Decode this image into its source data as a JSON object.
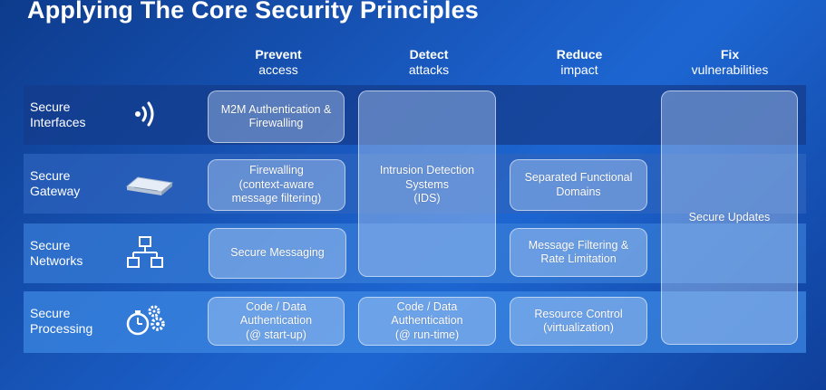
{
  "title": "Applying The Core Security Principles",
  "columns": [
    {
      "line1": "Prevent",
      "line2": "access"
    },
    {
      "line1": "Detect",
      "line2": "attacks"
    },
    {
      "line1": "Reduce",
      "line2": "impact"
    },
    {
      "line1": "Fix",
      "line2": "vulnerabilities"
    }
  ],
  "rows": [
    {
      "line1": "Secure",
      "line2": "Interfaces",
      "icon": "wireless-signal-icon"
    },
    {
      "line1": "Secure",
      "line2": "Gateway",
      "icon": "gateway-device-icon"
    },
    {
      "line1": "Secure",
      "line2": "Networks",
      "icon": "network-topology-icon"
    },
    {
      "line1": "Secure",
      "line2": "Processing",
      "icon": "stopwatch-gears-icon"
    }
  ],
  "cells": {
    "m2m_auth": [
      "M2M Authentication &",
      "Firewalling"
    ],
    "firewalling": [
      "Firewalling",
      "(context-aware",
      "message filtering)"
    ],
    "secure_messaging": [
      "Secure Messaging"
    ],
    "code_auth_startup": [
      "Code / Data",
      "Authentication",
      "(@ start-up)"
    ],
    "ids": [
      "Intrusion Detection",
      "Systems",
      "(IDS)"
    ],
    "code_auth_runtime": [
      "Code / Data",
      "Authentication",
      "(@ run-time)"
    ],
    "separated_domains": [
      "Separated Functional",
      "Domains"
    ],
    "message_filtering": [
      "Message Filtering &",
      "Rate Limitation"
    ],
    "resource_control": [
      "Resource Control",
      "(virtualization)"
    ],
    "secure_updates": [
      "Secure Updates"
    ]
  }
}
